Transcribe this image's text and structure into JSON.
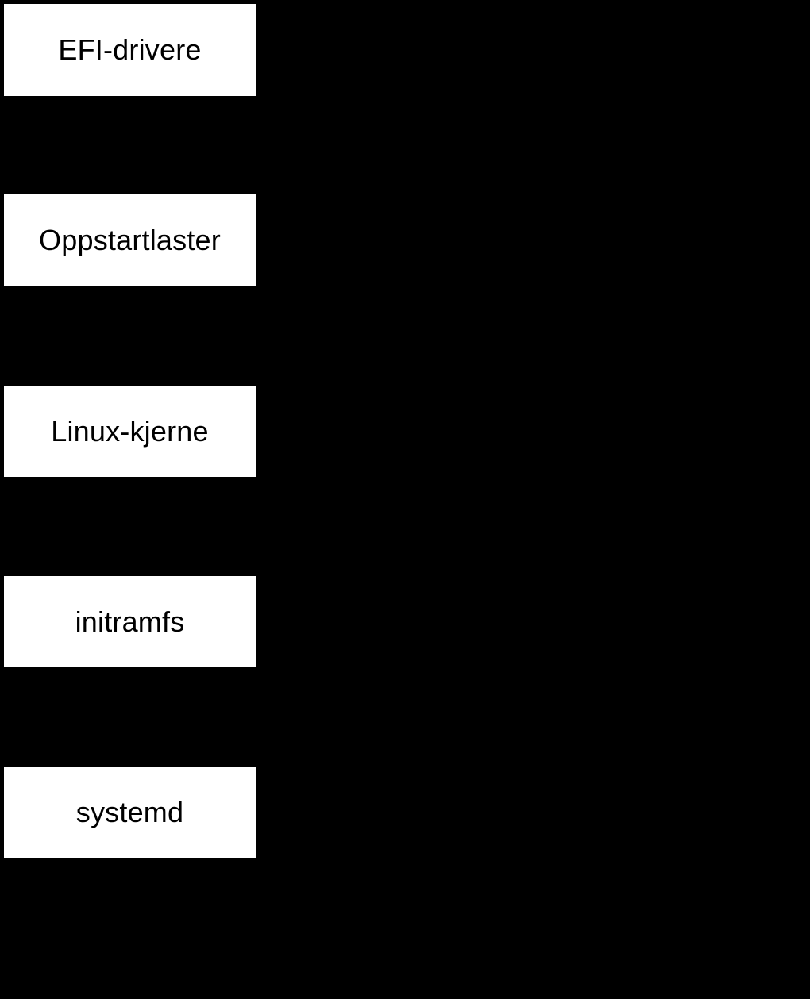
{
  "diagram": {
    "type": "boot-sequence-flow",
    "background_color": "#000000",
    "node_fill_color": "#ffffff",
    "node_text_color": "#000000",
    "nodes": [
      {
        "id": "efi-drivere",
        "label": "EFI-drivere"
      },
      {
        "id": "oppstartlaster",
        "label": "Oppstartlaster"
      },
      {
        "id": "linux-kjerne",
        "label": "Linux-kjerne"
      },
      {
        "id": "initramfs",
        "label": "initramfs"
      },
      {
        "id": "systemd",
        "label": "systemd"
      }
    ]
  }
}
